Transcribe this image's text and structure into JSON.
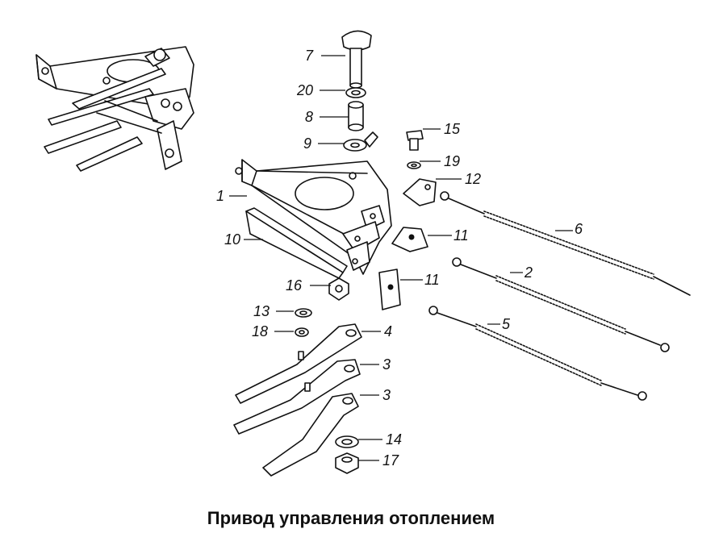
{
  "caption": "Привод управления отоплением",
  "callouts": [
    "7",
    "20",
    "8",
    "9",
    "15",
    "19",
    "12",
    "1",
    "10",
    "11",
    "11",
    "6",
    "2",
    "16",
    "13",
    "18",
    "4",
    "5",
    "3",
    "3",
    "14",
    "17"
  ]
}
